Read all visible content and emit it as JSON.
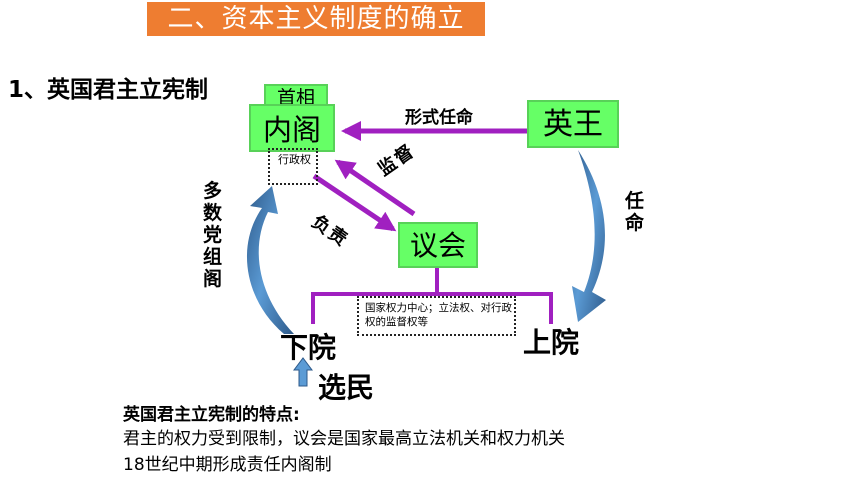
{
  "header": {
    "title": "二、资本主义制度的确立"
  },
  "section": {
    "heading": "1、英国君主立宪制"
  },
  "diagram": {
    "cabinet_top": "首相",
    "cabinet": "内阁",
    "executive_power": "行政权",
    "king": "英王",
    "formal_appointment": "形式任命",
    "appointment": "任命",
    "parliament": "议会",
    "supervise": "监督",
    "responsible": "负责",
    "majority_party": "多数党组阁",
    "central_note": "国家权力中心；立法权、对行政权的监督权等",
    "lower_house": "下院",
    "upper_house": "上院",
    "voters": "选民",
    "colors": {
      "box_fill": "#66ff66",
      "arrow_purple": "#a020c0",
      "curve_blue": "#4a7fc0",
      "banner": "#ee7d31"
    }
  },
  "features": {
    "title": "英国君主立宪制的特点:",
    "line1": "君主的权力受到限制，议会是国家最高立法机关和权力机关",
    "line2": "18世纪中期形成责任内阁制"
  }
}
